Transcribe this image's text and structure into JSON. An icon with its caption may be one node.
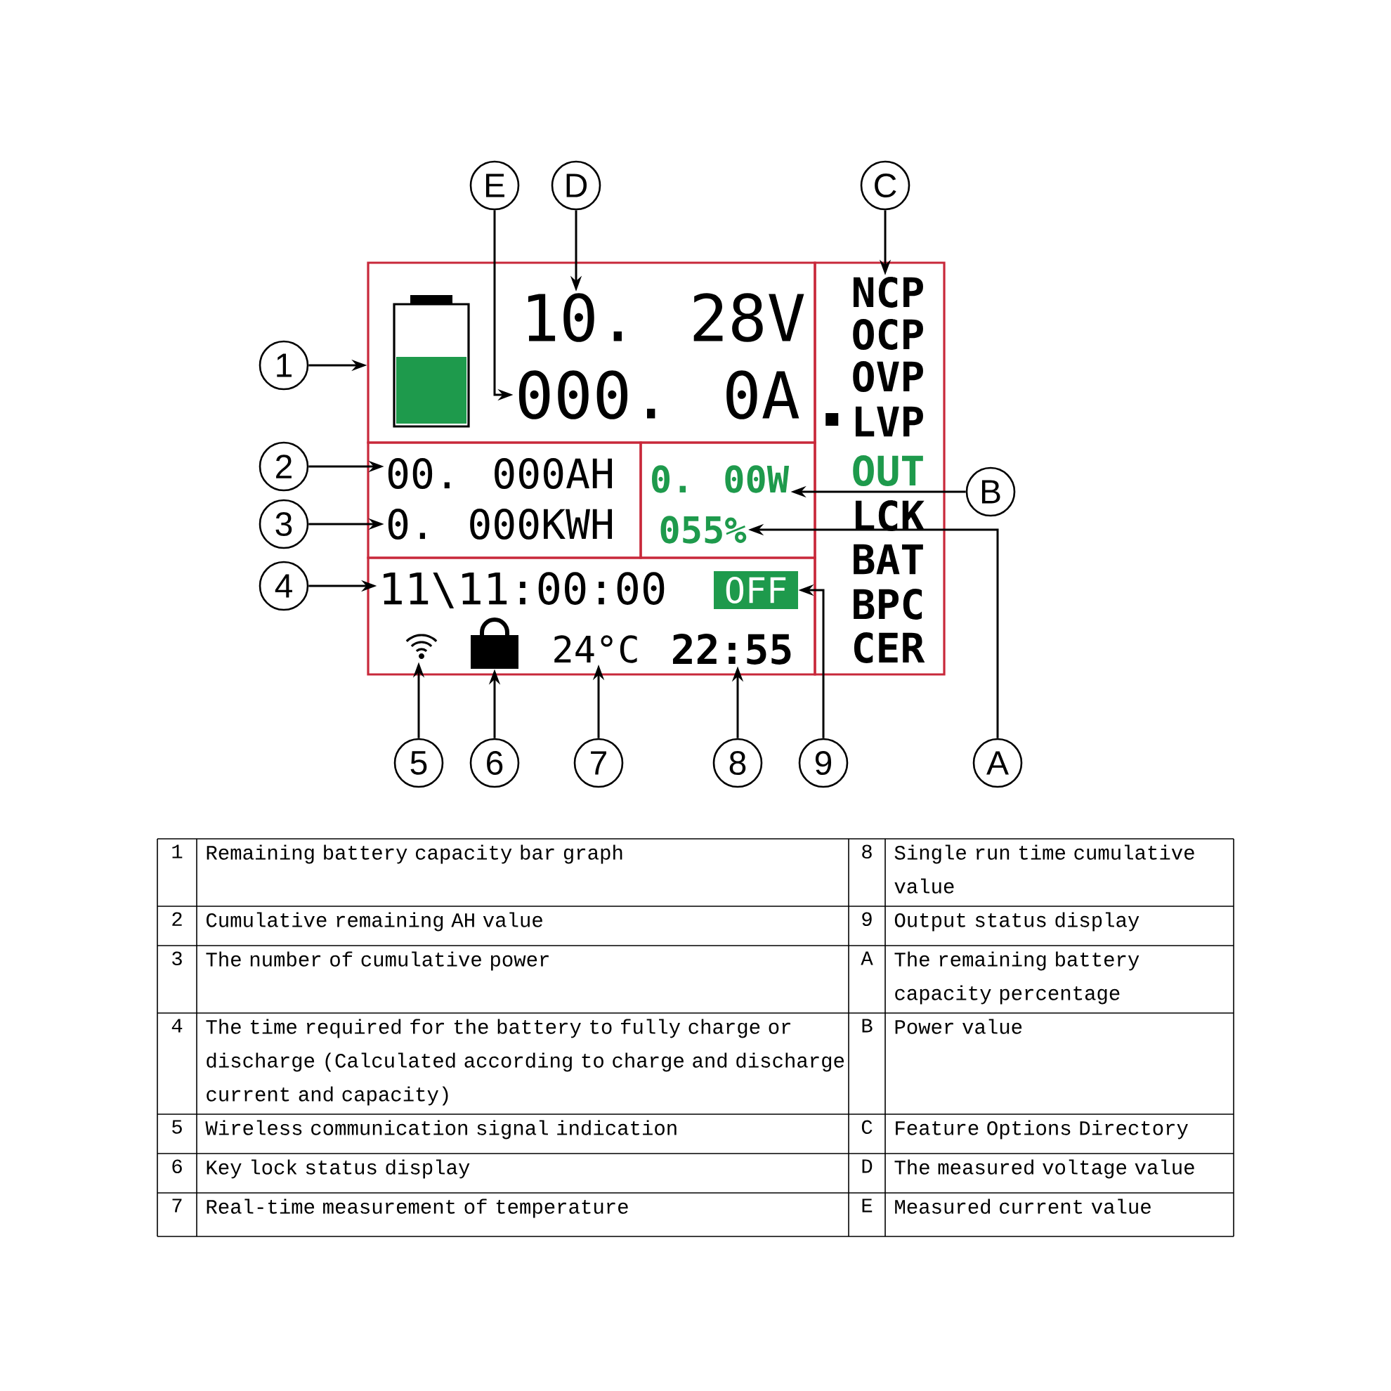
{
  "diagram": {
    "nodes": [
      {
        "text": [
          "E"
        ]
      },
      {
        "text": [
          "D"
        ]
      },
      {
        "text": [
          "C"
        ]
      },
      {
        "text": [
          "1"
        ]
      },
      {
        "text": [],
        "shape": "box"
      },
      {
        "text": [],
        "shape": "battery",
        "in": 4
      },
      {
        "text": [
          "10. 28V"
        ],
        "in": 4
      },
      {
        "text": [
          "000. 0A"
        ],
        "in": 4
      },
      {
        "text": [],
        "shape": "box"
      },
      {
        "text": [
          "NCP"
        ],
        "in": 8
      },
      {
        "text": [
          "OCP"
        ],
        "in": 8
      },
      {
        "text": [
          "OVP"
        ],
        "in": 8
      },
      {
        "text": [
          "LVP"
        ],
        "in": 8
      },
      {
        "text": [
          "OUT"
        ],
        "in": 8
      },
      {
        "text": [
          "LCK"
        ],
        "in": 8
      },
      {
        "text": [
          "BAT"
        ],
        "in": 8
      },
      {
        "text": [
          "BPC"
        ],
        "in": 8
      },
      {
        "text": [
          "CER"
        ],
        "in": 8
      },
      {
        "text": [
          "2"
        ]
      },
      {
        "text": [
          "3"
        ]
      },
      {
        "text": [],
        "shape": "box"
      },
      {
        "text": [
          "00. 000AH"
        ],
        "in": 20
      },
      {
        "text": [
          "0. 000KWH"
        ],
        "in": 20
      },
      {
        "text": [],
        "shape": "box"
      },
      {
        "text": [
          "0. 00W"
        ],
        "in": 23
      },
      {
        "text": [
          "055%"
        ],
        "in": 23
      },
      {
        "text": [
          "B"
        ]
      },
      {
        "text": [
          "A"
        ]
      },
      {
        "text": [
          "4"
        ]
      },
      {
        "text": [],
        "shape": "box"
      },
      {
        "text": [
          "11\\11:00:00"
        ],
        "in": 29
      },
      {
        "text": [
          "OFF"
        ],
        "in": 29
      },
      {
        "text": [],
        "shape": "wifi",
        "in": 29
      },
      {
        "text": [],
        "shape": "lock",
        "in": 29
      },
      {
        "text": [
          "24°C"
        ],
        "in": 29
      },
      {
        "text": [
          "22:55"
        ],
        "in": 29
      },
      {
        "text": [
          "5"
        ]
      },
      {
        "text": [
          "6"
        ]
      },
      {
        "text": [
          "7"
        ]
      },
      {
        "text": [
          "8"
        ]
      },
      {
        "text": [
          "9"
        ]
      }
    ],
    "edges": [
      {
        "from": 0,
        "to": 7,
        "arrow": "to"
      },
      {
        "from": 1,
        "to": 6,
        "arrow": "to"
      },
      {
        "from": 2,
        "to": 9,
        "arrow": "to"
      },
      {
        "from": 3,
        "to": 4,
        "arrow": "to"
      },
      {
        "from": 18,
        "to": 21,
        "arrow": "to"
      },
      {
        "from": 19,
        "to": 22,
        "arrow": "to"
      },
      {
        "from": 26,
        "to": 24,
        "arrow": "to"
      },
      {
        "from": 27,
        "to": 25,
        "arrow": "to"
      },
      {
        "from": 28,
        "to": 30,
        "arrow": "to"
      },
      {
        "from": 36,
        "to": 32,
        "arrow": "to"
      },
      {
        "from": 37,
        "to": 33,
        "arrow": "to"
      },
      {
        "from": 38,
        "to": 34,
        "arrow": "to"
      },
      {
        "from": 39,
        "to": 35,
        "arrow": "to"
      },
      {
        "from": 40,
        "to": 31,
        "arrow": "to"
      }
    ],
    "labels": [
      "1",
      "Remaining battery capacity bar graph",
      "8",
      "Single run time cumulative value",
      "2",
      "Cumulative remaining AH value",
      "9",
      "Output status display",
      "3",
      "The number of cumulative power",
      "A",
      "The remaining battery capacity percentage",
      "4",
      "The time required for the battery to fully charge or discharge (Calculated according to charge and discharge current and capacity)",
      "B",
      "Power value",
      "5",
      "Wireless communication signal indication",
      "C",
      "Feature Options Directory",
      "6",
      "Key lock status display",
      "D",
      "The measured voltage value",
      "7",
      "Real-time measurement of temperature",
      "E",
      "Measured current value"
    ]
  }
}
